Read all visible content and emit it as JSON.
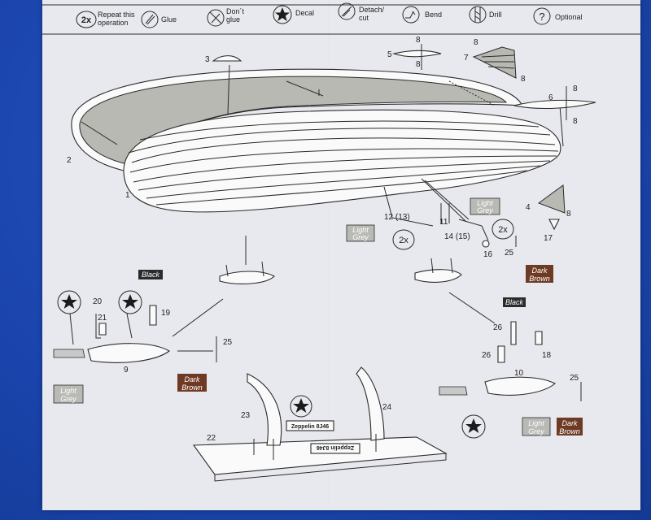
{
  "legend": {
    "repeat": {
      "badge": "2x",
      "text_line1": "Repeat this",
      "text_line2": "operation"
    },
    "glue": {
      "text": "Glue"
    },
    "dont_glue": {
      "text_line1": "Don´t",
      "text_line2": "glue"
    },
    "decal": {
      "text": "Decal"
    },
    "detach": {
      "text_line1": "Detach/",
      "text_line2": "cut"
    },
    "bend": {
      "text": "Bend"
    },
    "drill": {
      "text": "Drill"
    },
    "optional": {
      "symbol": "?",
      "text": "Optional"
    }
  },
  "part_numbers": {
    "p1": "1",
    "p2": "2",
    "p3": "3",
    "p4": "4",
    "p5": "5",
    "p6": "6",
    "p7": "7",
    "p8a": "8",
    "p8b": "8",
    "p8c": "8",
    "p8d": "8",
    "p8e": "8",
    "p8f": "8",
    "p8g": "8",
    "p9": "9",
    "p10": "10",
    "p11": "11",
    "p12": "12 (13)",
    "p14": "14 (15)",
    "p16": "16",
    "p17": "17",
    "p18": "18",
    "p19": "19",
    "p20": "20",
    "p21": "21",
    "p22": "22",
    "p23": "23",
    "p24": "24",
    "p25a": "25",
    "p25b": "25",
    "p25c": "25",
    "p26a": "26",
    "p26b": "26"
  },
  "repeat_badges": {
    "a": "2x",
    "b": "2x"
  },
  "paint_callouts": {
    "light_grey_1": [
      "Light",
      "Grey"
    ],
    "light_grey_2": [
      "Light",
      "Grey"
    ],
    "light_grey_3": [
      "Light",
      "Grey"
    ],
    "light_grey_4": [
      "Light",
      "Grey"
    ],
    "black_1": [
      "Black"
    ],
    "black_2": [
      "Black"
    ],
    "dark_brown_1": [
      "Dark",
      "Brown"
    ],
    "dark_brown_2": [
      "Dark",
      "Brown"
    ],
    "dark_brown_3": [
      "Dark",
      "Brown"
    ]
  },
  "stand_plaque": {
    "text": "Zeppelin 8J46"
  },
  "colors": {
    "light_grey": "#b9bab5",
    "black": "#2b2b2b",
    "dark_brown": "#6e3a24",
    "sheet": "#e8e9ee",
    "background": "#1a46b0"
  }
}
